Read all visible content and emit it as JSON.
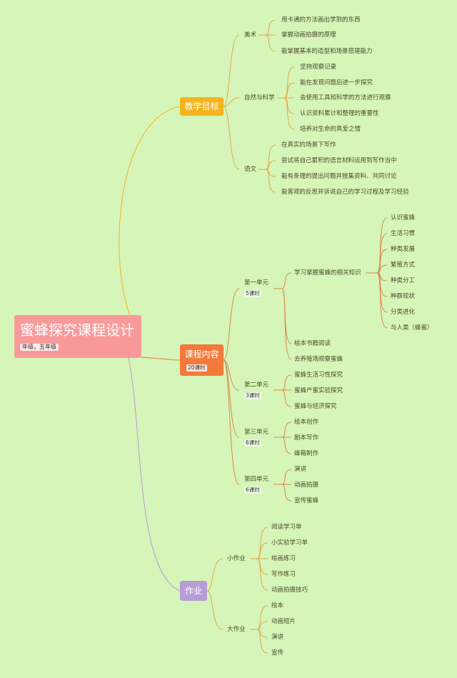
{
  "root": {
    "title": "蜜蜂探究课程设计",
    "subtitle": "年级，五年级"
  },
  "colors": {
    "background": "#d6f5b8",
    "goals": "#f5b41e",
    "content": "#f27a3a",
    "homework": "#b79cd6",
    "root": "#f99a9a"
  },
  "branches": {
    "goals": {
      "label": "教学目标",
      "art": {
        "label": "美术",
        "items": [
          "用卡通的方法画出学到的东西",
          "掌握动画拍摄的原理",
          "能掌握基本的造型和场景搭建能力"
        ]
      },
      "science": {
        "label": "自然与科学",
        "items": [
          "坚持观察记录",
          "能在发现问题后进一步探究",
          "会使用工具和科学的方法进行观察",
          "认识资料累计和整理的重要性",
          "培养对生命的真爱之情"
        ]
      },
      "chinese": {
        "label": "语文",
        "items": [
          "在真实的场景下写作",
          "尝试将自己累积的语言材料运用到写作当中",
          "能有条理的提出问题并搜集资料、共同讨论",
          "能客观的反思并诉说自己的学习过程及学习经验"
        ]
      }
    },
    "content": {
      "label": "课程内容",
      "badge": "20课时",
      "unit1": {
        "label": "第一单元",
        "badge": "5课时",
        "knowledge": {
          "label": "学习掌握蜜蜂的相关知识",
          "items": [
            "认识蜜蜂",
            "生活习惯",
            "种类发展",
            "繁殖方式",
            "种类分工",
            "种群现状",
            "分类进化",
            "与人类（蜂蜜）"
          ]
        },
        "items": [
          "绘本书籍阅读",
          "去养殖场观察蜜蜂"
        ]
      },
      "unit2": {
        "label": "第二单元",
        "badge": "3课时",
        "items": [
          "蜜蜂生活习性探究",
          "蜜蜂产蜜实验探究",
          "蜜蜂与经济探究"
        ]
      },
      "unit3": {
        "label": "第三单元",
        "badge": "6课时",
        "items": [
          "绘本创作",
          "剧本写作",
          "蜂箱制作"
        ]
      },
      "unit4": {
        "label": "第四单元",
        "badge": "6课时",
        "items": [
          "演讲",
          "动画拍摄",
          "宣传蜜蜂"
        ]
      }
    },
    "homework": {
      "label": "作业",
      "small": {
        "label": "小作业",
        "items": [
          "阅读学习单",
          "小实验学习单",
          "绘画练习",
          "写作练习",
          "动画拍摄技巧"
        ]
      },
      "big": {
        "label": "大作业",
        "items": [
          "绘本",
          "动画短片",
          "演讲",
          "宣传"
        ]
      }
    }
  }
}
